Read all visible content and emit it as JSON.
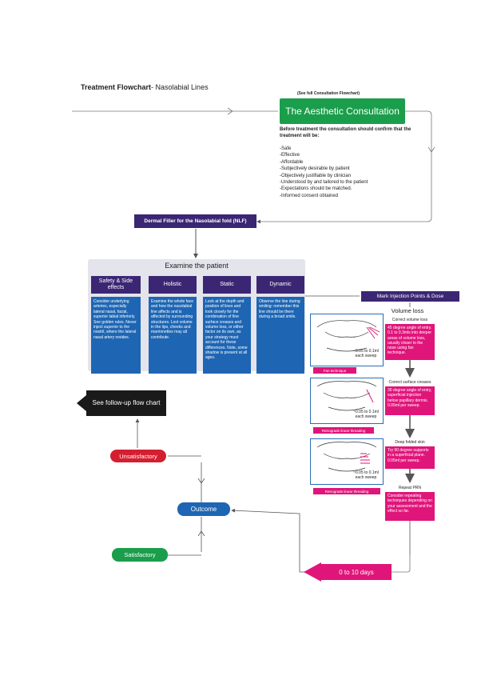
{
  "page": {
    "title_bold": "Treatment Flowchart",
    "title_rest": "- Nasolabial Lines"
  },
  "consultation": {
    "see_full": "(See full Consultation Flowchart)",
    "title": "The Aesthetic Consultation",
    "desc": "Before treatment the consultation should confirm that the treatment will be:",
    "items": [
      "-Safe",
      "-Effective",
      "-Affordable",
      "-Subjectively desirable by patient",
      "-Objectively justifiable by clinician",
      "-Understood by and tailored to the patient",
      "-Expectations should be matched.",
      "-Informed consent obtained"
    ]
  },
  "nlf": {
    "label": "Dermal Filler for the Nasolabial fold (NLF)"
  },
  "examine": {
    "title": "Examine the patient",
    "categories": [
      {
        "head": "Safety & Side effects",
        "body": "Consider underlying arteries, especially lateral nasal, facial, superior labial inferiorly. See golden rules. Never inject superior to the nostril, where the lateral nasal artery resides."
      },
      {
        "head": "Holistic",
        "body": "Examine the whole face and how the nasolabial line affects and is affected by surrounding structures. Lost volume in the lips, cheeks and marrionettes may all contribute."
      },
      {
        "head": "Static",
        "body": "Look at the depth and position of lines and look closely for the combination of fine surface creases and volume loss, or either factor on its own, as your strategy must account for these differences. Note, some shadow is present at all ages."
      },
      {
        "head": "Dynamic",
        "body": "Observe the line during smiling: remember this line should be there during a broad smile."
      }
    ]
  },
  "injection": {
    "mark_label": "Mark Injection Points & Dose",
    "volume_loss": "Volume loss",
    "steps": [
      {
        "head": "Correct volume loss",
        "body": "45 degree angle of entry. 0.1 to 0.3mls into deeper areas of volume loss, usually closer to the nose using fan technique."
      },
      {
        "head": "Correct surface creases",
        "body": "30 degree angle of entry, superficial injection below papillary dermis. 0.05ml per sweep."
      },
      {
        "head": "Deep folded skin",
        "body": "Try 90 degree supports in a superficial plane. 0.05ml per sweep."
      },
      {
        "head": "Repeat PRN",
        "body": "Consider repeating techniques depending on your assessment and the effect so far."
      }
    ],
    "diagrams": [
      {
        "dose": "~0.05 to 0.1ml each sweep",
        "technique": "Fan technique"
      },
      {
        "dose": "~0.05 to 0.1ml each sweep",
        "technique": "Retrograde linear threading"
      },
      {
        "dose": "~0.05 to 0.1ml each sweep",
        "technique": "Retrograde linear threading"
      }
    ]
  },
  "followup": {
    "label": "See follow-up flow chart"
  },
  "outcomes": {
    "unsatisfactory": "Unsatisfactory",
    "outcome": "Outcome",
    "satisfactory": "Satisfactory",
    "days": "0 to 10 days"
  },
  "colors": {
    "green": "#1a9e4b",
    "purple": "#3b2674",
    "blue": "#1e66b4",
    "magenta": "#e0157a",
    "red": "#d41f30",
    "black": "#1a1a1a"
  }
}
